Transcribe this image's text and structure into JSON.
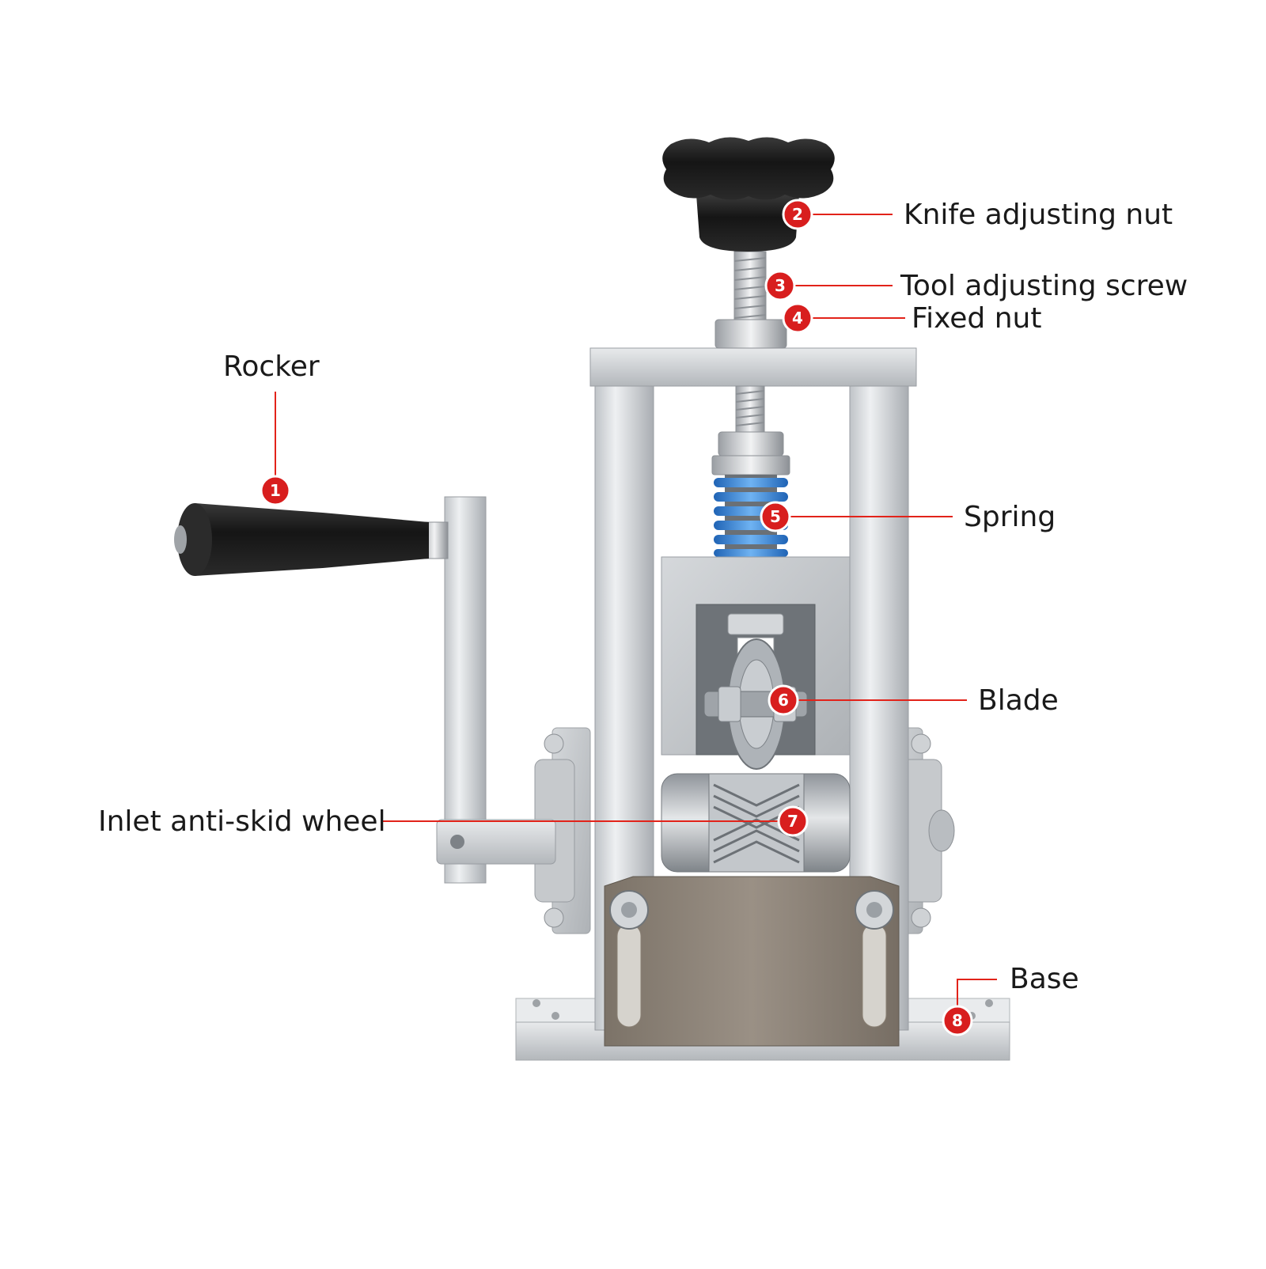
{
  "colors": {
    "callout_red": "#e2231a",
    "badge_red": "#d81e1e",
    "metal_light": "#d9dcdf",
    "metal_mid": "#b9bdc1",
    "metal_dark": "#8e9398",
    "rubber": "#1e1e1e",
    "spring_blue": "#3d8fe0",
    "plate_bronze": "#8a8074"
  },
  "callouts": [
    {
      "number": "1",
      "label": "Rocker"
    },
    {
      "number": "2",
      "label": "Knife adjusting nut"
    },
    {
      "number": "3",
      "label": "Tool adjusting screw"
    },
    {
      "number": "4",
      "label": "Fixed nut"
    },
    {
      "number": "5",
      "label": "Spring"
    },
    {
      "number": "6",
      "label": "Blade"
    },
    {
      "number": "7",
      "label": "Inlet anti-skid wheel"
    },
    {
      "number": "8",
      "label": "Base"
    }
  ]
}
